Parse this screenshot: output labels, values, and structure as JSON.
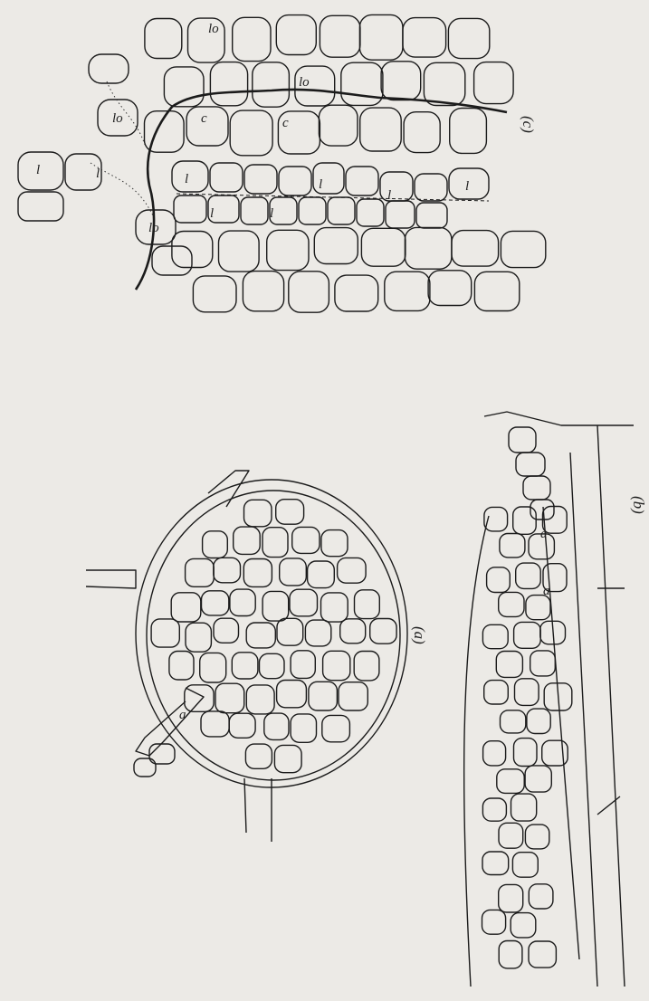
{
  "panels": {
    "c": {
      "caption": "(c)",
      "cell_labels": {
        "lo_1": "lo",
        "lo_2": "lo",
        "lo_3": "lo",
        "lo_4": "lo",
        "c_1": "c",
        "c_2": "c",
        "l_1": "l",
        "l_2": "l",
        "l_3": "l",
        "l_4": "l",
        "l_5": "l",
        "l_6": "l",
        "l_7": "l",
        "l_8": "l"
      }
    },
    "a": {
      "caption": "(a)",
      "cell_labels": {
        "a_1": "a"
      }
    },
    "b": {
      "caption": "(b)",
      "cell_labels": {
        "a_1": "a",
        "a_2": "a"
      }
    }
  },
  "colors": {
    "paper": "#eceae6",
    "ink": "#1b1b1b"
  }
}
